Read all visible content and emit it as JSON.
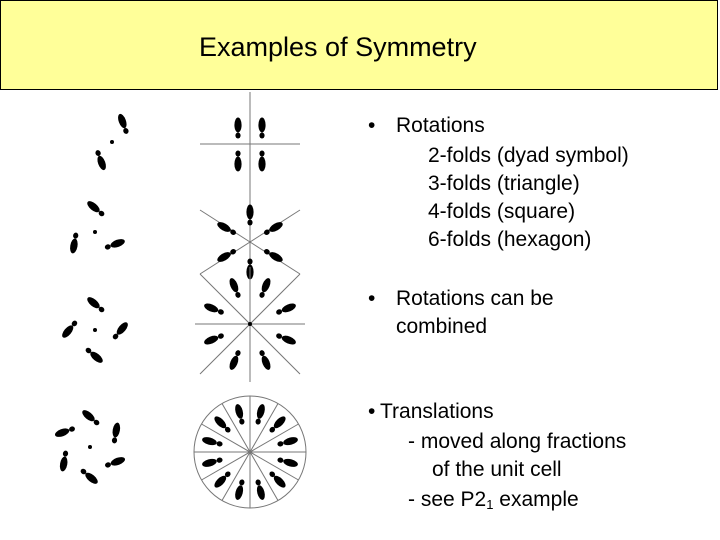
{
  "slide": {
    "title": "Examples of Symmetry",
    "background_color": "#ffffff",
    "title_bar_color": "#ffff99"
  },
  "bullets": {
    "rotations": {
      "marker": "•",
      "heading": "Rotations",
      "items": [
        "2-folds (dyad symbol)",
        "3-folds (triangle)",
        "4-folds (square)",
        "6-folds (hexagon)"
      ]
    },
    "combined": {
      "marker": "•",
      "line1": "Rotations can be",
      "line2": "combined"
    },
    "translations": {
      "marker": "•",
      "heading": "Translations",
      "item1_line1": "-  moved along fractions",
      "item1_line2": "of the unit cell",
      "item2_prefix": "-  see P2",
      "item2_subscript": "1",
      "item2_suffix": " example"
    }
  },
  "figure": {
    "description_icon": "footprint-symmetry-diagram",
    "ink_color": "#000000",
    "line_color": "#777777"
  }
}
